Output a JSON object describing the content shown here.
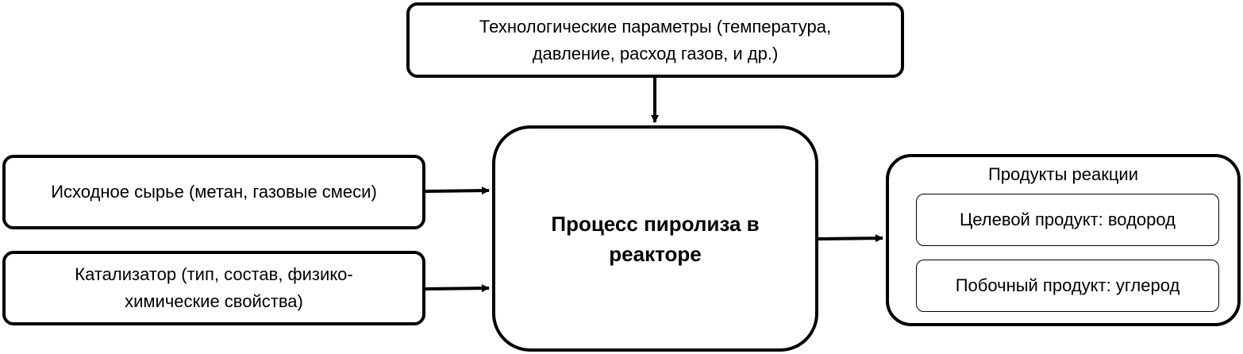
{
  "diagram": {
    "params_box": {
      "line1": "Технологические параметры (температура,",
      "line2": "давление, расход газов, и др.)"
    },
    "feed_box": {
      "text": "Исходное сырье (метан, газовые смеси)"
    },
    "catalyst_box": {
      "line1": "Катализатор (тип, состав, физико-",
      "line2": "химические свойства)"
    },
    "process_box": {
      "line1": "Процесс пиролиза в",
      "line2": "реакторе"
    },
    "products_box": {
      "title": "Продукты реакции",
      "items": [
        {
          "text": "Целевой продукт: водород"
        },
        {
          "text": "Побочный продукт: углерод"
        }
      ]
    }
  }
}
